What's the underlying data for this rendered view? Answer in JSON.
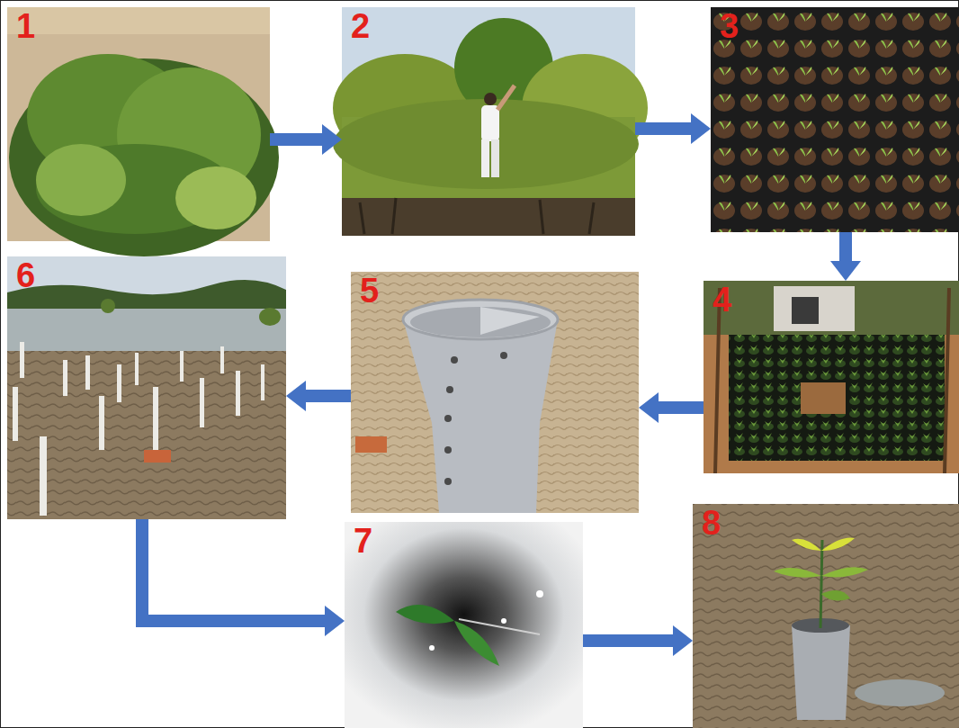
{
  "diagram": {
    "nodes": [
      {
        "text": [
          "1"
        ]
      },
      {
        "text": [
          "2"
        ]
      },
      {
        "text": [
          "3"
        ]
      },
      {
        "text": [
          "4"
        ]
      },
      {
        "text": [
          "5"
        ]
      },
      {
        "text": [
          "6"
        ]
      },
      {
        "text": [
          "7"
        ]
      },
      {
        "text": [
          "8"
        ]
      }
    ],
    "edges": [
      {
        "from": 0,
        "to": 1,
        "arrow": "to"
      },
      {
        "from": 1,
        "to": 2,
        "arrow": "to"
      },
      {
        "from": 2,
        "to": 3,
        "arrow": "to"
      },
      {
        "from": 3,
        "to": 4,
        "arrow": "to"
      },
      {
        "from": 4,
        "to": 5,
        "arrow": "to"
      },
      {
        "from": 5,
        "to": 6,
        "arrow": "to"
      },
      {
        "from": 6,
        "to": 7,
        "arrow": "to"
      }
    ]
  }
}
